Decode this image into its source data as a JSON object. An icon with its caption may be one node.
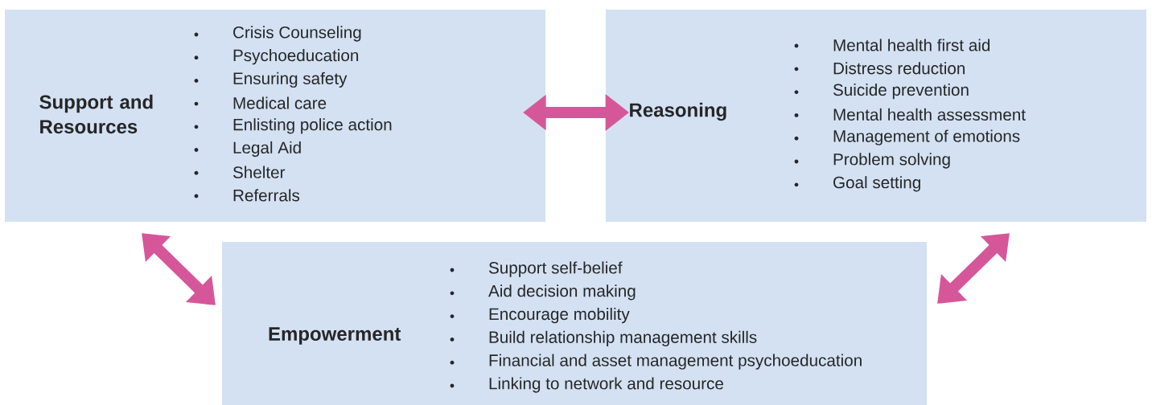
{
  "diagram": {
    "nodes": [
      {
        "text": [
          "Support and Resources",
          "Crisis Counseling",
          "Psychoeducation",
          "Ensuring safety",
          "Medical care",
          "Enlisting police action",
          "Legal Aid",
          "Shelter",
          "Referrals"
        ]
      },
      {
        "text": [
          "Reasoning",
          "Mental health first aid",
          "Distress reduction",
          "Suicide prevention",
          "Mental health assessment",
          "Management of emotions",
          "Problem solving",
          "Goal setting"
        ]
      },
      {
        "text": [
          "Empowerment",
          "Support self-belief",
          "Aid decision making",
          "Encourage mobility",
          "Build relationship management  skills",
          "Financial and asset management psychoeducation",
          "Linking to network and resource"
        ]
      }
    ],
    "edges": [
      {
        "from": 0,
        "to": 1,
        "arrow": "both"
      },
      {
        "from": 0,
        "to": 2,
        "arrow": "both"
      },
      {
        "from": 1,
        "to": 2,
        "arrow": "both"
      }
    ]
  }
}
